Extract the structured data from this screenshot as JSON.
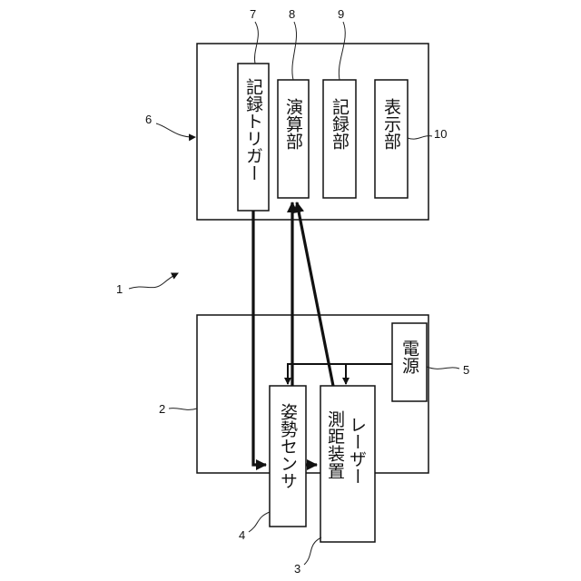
{
  "labels": {
    "system": "1",
    "unit": "2",
    "laser": "3",
    "sensor": "4",
    "power": "5",
    "processor": "6",
    "trigger": "7",
    "compute": "8",
    "recorder": "9",
    "display": "10"
  },
  "blocks": {
    "trigger": "記録トリガー",
    "compute": "演算部",
    "recorder": "記録部",
    "display": "表示部",
    "power": "電源",
    "sensor": "姿勢センサ",
    "laser_line1": "レーザー",
    "laser_line2": "測距装置"
  }
}
